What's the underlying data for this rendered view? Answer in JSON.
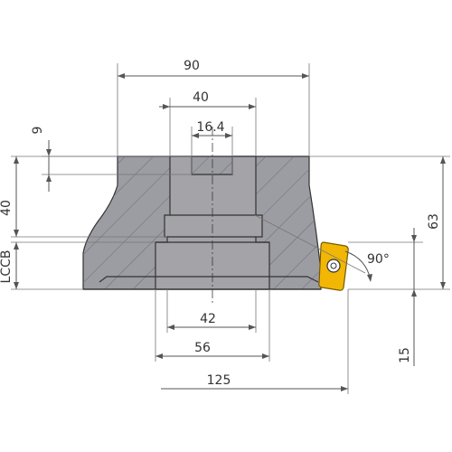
{
  "colors": {
    "body": "#9c9ca3",
    "bore": "#a3a3a8",
    "insert": "#f2b705",
    "insert_outline": "#7a5a00",
    "dimension": "#555555",
    "text": "#333333"
  },
  "dimensions": {
    "outer_diameter": "90",
    "pilot_diameter": "40",
    "keyway_width": "16.4",
    "keyway_depth": "9",
    "upper_height": "40",
    "bore_diameter": "42",
    "counterbore_diameter": "56",
    "cutting_diameter": "125",
    "total_height": "63",
    "insert_height": "15",
    "lccb": "LCCB",
    "lead_angle": "90°"
  },
  "icons": {
    "insert": "square-insert-icon",
    "screw": "torx-screw-icon"
  }
}
